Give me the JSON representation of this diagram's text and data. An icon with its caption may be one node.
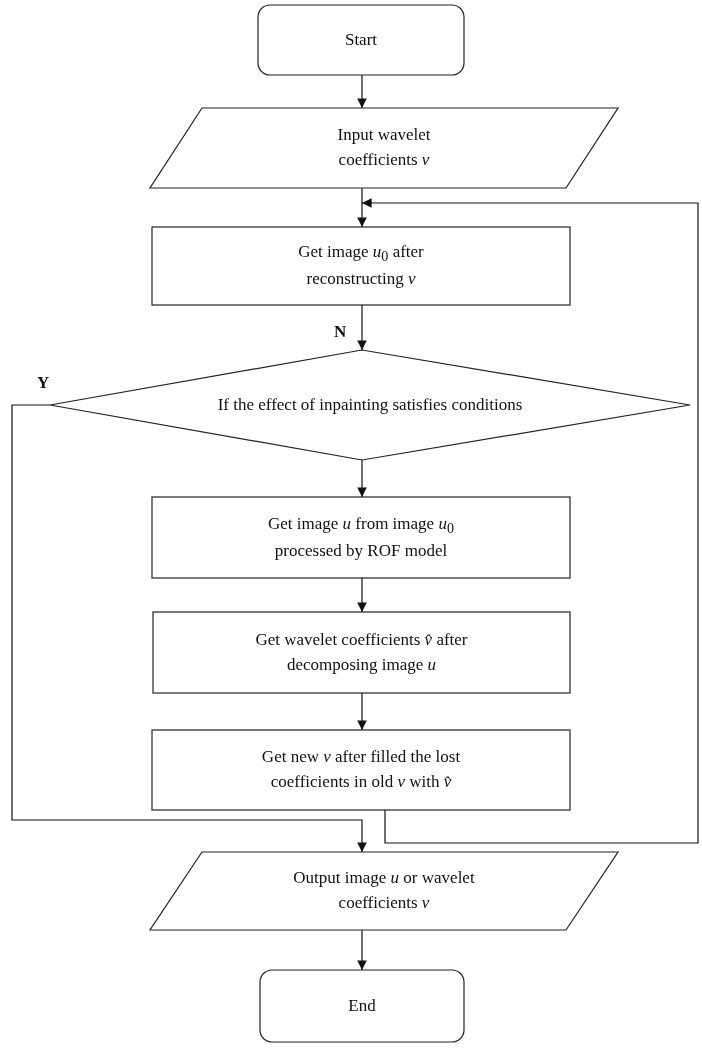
{
  "diagram": {
    "nodes": [
      {
        "text": [
          "Start"
        ]
      },
      {
        "text": [
          "Input wavelet coefficients *v*"
        ]
      },
      {
        "text": [
          "Get image *u*$_{0}$ after reconstructing *v*"
        ]
      },
      {
        "text": [
          "If the effect of inpainting satisfies conditions"
        ]
      },
      {
        "text": [
          "Get image *u* from image *u*$_{0}$ processed by ROF model"
        ]
      },
      {
        "text": [
          "Get wavelet coefficients *v̂* after decomposing image *u*"
        ]
      },
      {
        "text": [
          "Get new *v* after filled the lost coefficients in old *v* with *v̂*"
        ]
      },
      {
        "text": [
          "Output image *u* or wavelet coefficients *v*"
        ]
      },
      {
        "text": [
          "End"
        ]
      }
    ],
    "edges": [
      {
        "from": 0,
        "to": 1,
        "arrow": "to"
      },
      {
        "from": 1,
        "to": 2,
        "arrow": "to"
      },
      {
        "from": 2,
        "to": 3,
        "arrow": "to",
        "label": "N"
      },
      {
        "from": 3,
        "to": 4,
        "arrow": "to"
      },
      {
        "from": 4,
        "to": 5,
        "arrow": "to"
      },
      {
        "from": 5,
        "to": 6,
        "arrow": "to"
      },
      {
        "from": 6,
        "to": 2,
        "arrow": "to"
      },
      {
        "from": 3,
        "to": 7,
        "arrow": "to",
        "label": "Y"
      },
      {
        "from": 7,
        "to": 8,
        "arrow": "to"
      }
    ]
  }
}
